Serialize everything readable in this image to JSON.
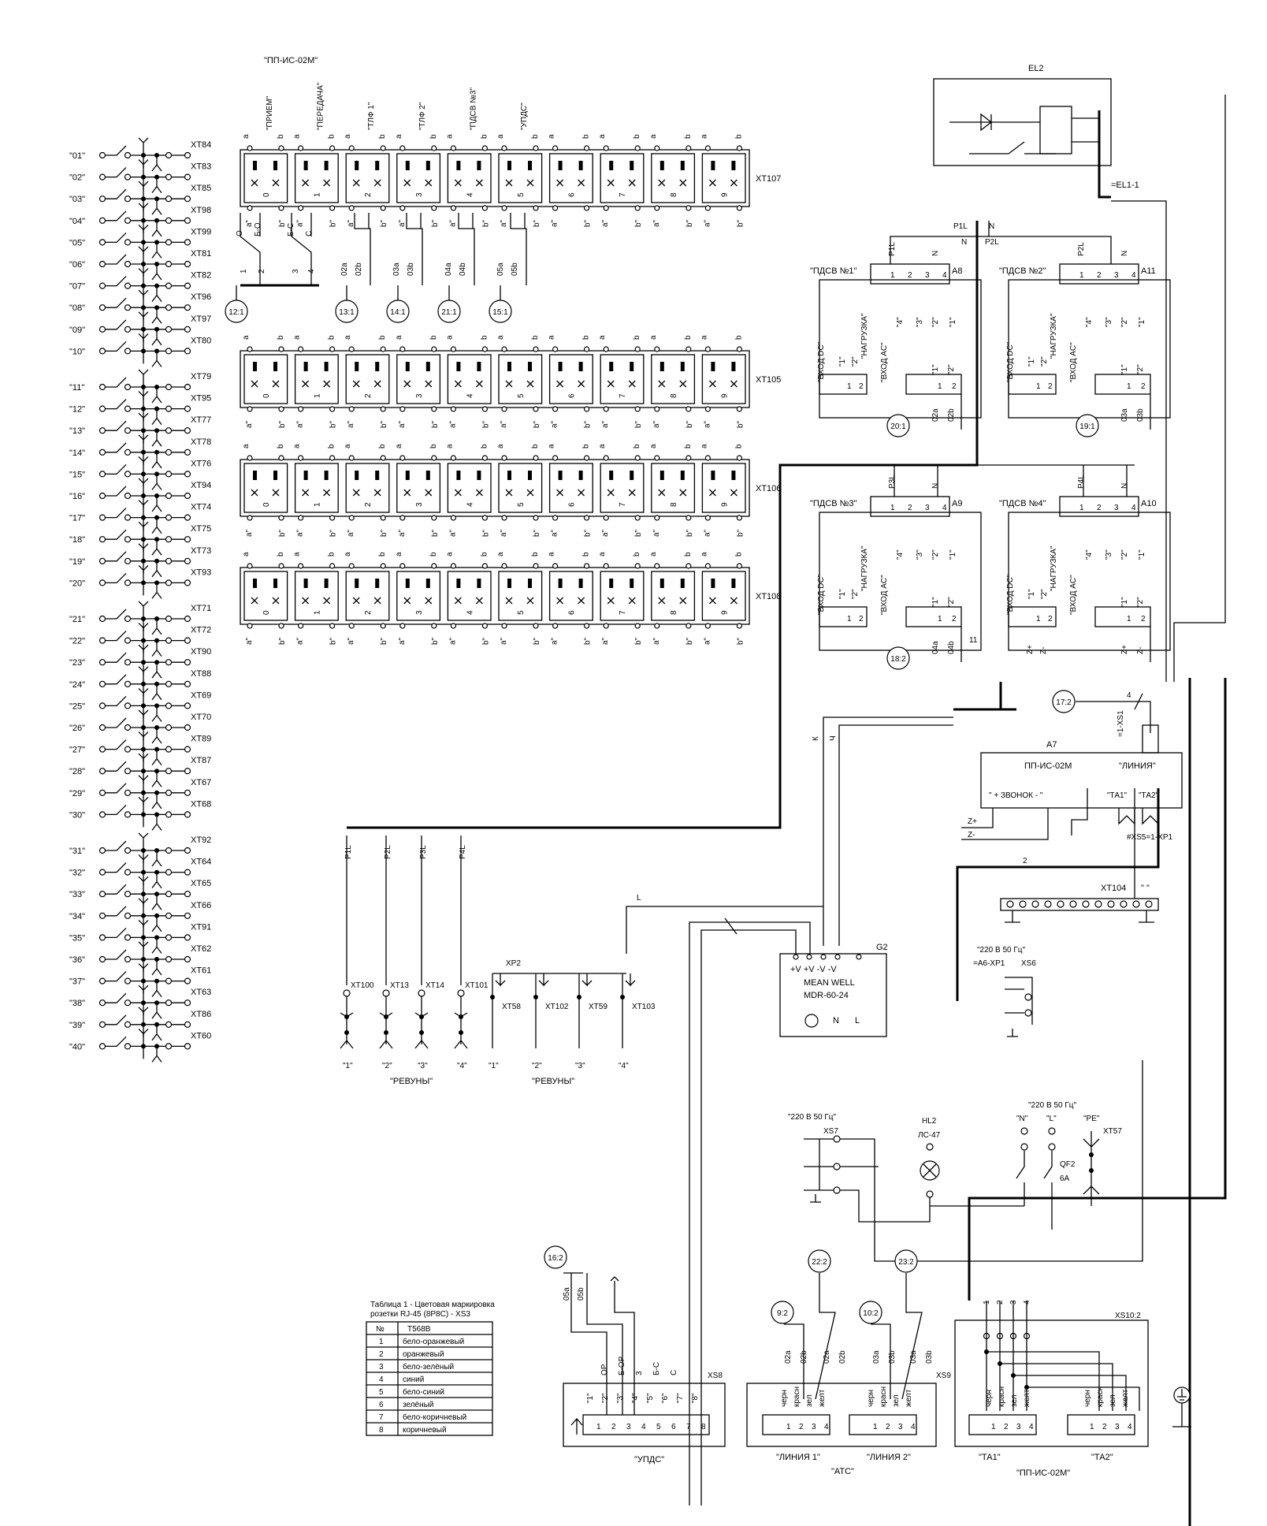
{
  "title": "\"ПП-ИС-02М\"",
  "left_list": [
    {
      "label": "\"01\"",
      "xt": "XT84"
    },
    {
      "label": "\"02\"",
      "xt": "XT83"
    },
    {
      "label": "\"03\"",
      "xt": "XT85"
    },
    {
      "label": "\"04\"",
      "xt": "XT98"
    },
    {
      "label": "\"05\"",
      "xt": "XT99"
    },
    {
      "label": "\"06\"",
      "xt": "XT81"
    },
    {
      "label": "\"07\"",
      "xt": "XT82"
    },
    {
      "label": "\"08\"",
      "xt": "XT96"
    },
    {
      "label": "\"09\"",
      "xt": "XT97"
    },
    {
      "label": "\"10\"",
      "xt": "XT80"
    },
    {
      "label": "\"11\"",
      "xt": "XT79"
    },
    {
      "label": "\"12\"",
      "xt": "XT95"
    },
    {
      "label": "\"13\"",
      "xt": "XT77"
    },
    {
      "label": "\"14\"",
      "xt": "XT78"
    },
    {
      "label": "\"15\"",
      "xt": "XT76"
    },
    {
      "label": "\"16\"",
      "xt": "XT94"
    },
    {
      "label": "\"17\"",
      "xt": "XT74"
    },
    {
      "label": "\"18\"",
      "xt": "XT75"
    },
    {
      "label": "\"19\"",
      "xt": "XT73"
    },
    {
      "label": "\"20\"",
      "xt": "XT93"
    },
    {
      "label": "\"21\"",
      "xt": "XT71"
    },
    {
      "label": "\"22\"",
      "xt": "XT72"
    },
    {
      "label": "\"23\"",
      "xt": "XT90"
    },
    {
      "label": "\"24\"",
      "xt": "XT88"
    },
    {
      "label": "\"25\"",
      "xt": "XT69"
    },
    {
      "label": "\"26\"",
      "xt": "XT70"
    },
    {
      "label": "\"27\"",
      "xt": "XT89"
    },
    {
      "label": "\"28\"",
      "xt": "XT87"
    },
    {
      "label": "\"29\"",
      "xt": "XT67"
    },
    {
      "label": "\"30\"",
      "xt": "XT68"
    },
    {
      "label": "\"31\"",
      "xt": "XT92"
    },
    {
      "label": "\"32\"",
      "xt": "XT64"
    },
    {
      "label": "\"33\"",
      "xt": "XT65"
    },
    {
      "label": "\"34\"",
      "xt": "XT66"
    },
    {
      "label": "\"35\"",
      "xt": "XT91"
    },
    {
      "label": "\"36\"",
      "xt": "XT62"
    },
    {
      "label": "\"37\"",
      "xt": "XT61"
    },
    {
      "label": "\"38\"",
      "xt": "XT63"
    },
    {
      "label": "\"39\"",
      "xt": "XT86"
    },
    {
      "label": "\"40\"",
      "xt": "XT60"
    }
  ],
  "panel_headers": [
    "\"ПРИЕМ\"",
    "\"ПЕРЕДАЧА\"",
    "\"ТЛФ 1\"",
    "\"ТЛФ 2\"",
    "\"ПДСВ №3\"",
    "\"УПДС\""
  ],
  "panels": [
    {
      "label": "XT107"
    },
    {
      "label": "XT105"
    },
    {
      "label": "XT106"
    },
    {
      "label": "XT108"
    }
  ],
  "module_digits": [
    "0",
    "1",
    "2",
    "3",
    "4",
    "5",
    "6",
    "7",
    "8",
    "9"
  ],
  "ab": {
    "a": "a",
    "b": "b",
    "a2": "a\"",
    "b2": "b\""
  },
  "xt107_wires": [
    "Б-О",
    "О",
    "С",
    "Б-С",
    "1",
    "2",
    "3",
    "4",
    "02a",
    "02b",
    "03a",
    "03b",
    "04a",
    "04b",
    "05a",
    "05b"
  ],
  "refs_top": [
    "12:1",
    "13:1",
    "14:1",
    "21:1",
    "15:1"
  ],
  "el2": "EL2",
  "el1": "=EL1-1",
  "pdsv": [
    {
      "name": "\"ПДСВ №1\"",
      "id": "A8",
      "ref": "20:1",
      "w1": "02a",
      "w2": "02b",
      "phase": "P1L",
      "n": "N"
    },
    {
      "name": "\"ПДСВ №2\"",
      "id": "A11",
      "ref": "19:1",
      "w1": "03a",
      "w2": "03b",
      "phase": "P2L",
      "n": "N"
    },
    {
      "name": "\"ПДСВ №3\"",
      "id": "A9",
      "ref": "18:2",
      "w1": "04a",
      "w2": "04b",
      "phase": "P3L",
      "n": "N"
    },
    {
      "name": "\"ПДСВ №4\"",
      "id": "A10",
      "ref": "",
      "w1": "Z+",
      "w2": "Z-",
      "phase": "P4L",
      "n": "N"
    }
  ],
  "pdsv_text": {
    "load": "\"НАГРУЗКА\"",
    "dc": "\"ВХОД DC\"",
    "ac": "\"ВХОД AC\"",
    "q1": "\"1\"",
    "q2": "\"2\"",
    "q3": "\"3\"",
    "q4": "\"4\"",
    "n1": "1",
    "n2": "2",
    "n3": "3",
    "n4": "4"
  },
  "a7": {
    "id": "A7",
    "name": "ПП-ИС-02М",
    "line": "\"ЛИНИЯ\"",
    "bell": "\" + ЗВОНОК - \"",
    "ta1": "\"ТА1\"",
    "ta2": "\"ТА2\"",
    "xs5": "#XS5=1-XP1",
    "xs1": "=1-XS1",
    "ref": "17:2",
    "n4": "4"
  },
  "misc": {
    "n11": "11",
    "k": "К",
    "ch": "Ч",
    "two": "2",
    "L": "L",
    "zp": "Z+",
    "zm": "Z-"
  },
  "xt104": {
    "label": "XT104",
    "gnd": "\"  \""
  },
  "g2": {
    "id": "G2",
    "line1": "+V +V -V -V",
    "line2": "MEAN WELL",
    "line3": "MDR-60-24",
    "n": "N",
    "l": "L"
  },
  "xs6": {
    "label": "\"220 В 50 Гц\"",
    "sub": "=A6-XP1",
    "id": "XS6"
  },
  "bottom_left": {
    "phases": [
      "P1L",
      "P2L",
      "P3L",
      "P4L"
    ],
    "xts": [
      "XT100",
      "XT13",
      "XT14",
      "XT101"
    ],
    "nums": [
      "\"1\"",
      "\"2\"",
      "\"3\"",
      "\"4\""
    ],
    "xt2": [
      "XT58",
      "XT102",
      "XT59",
      "XT103"
    ],
    "xp2": "XP2",
    "revuny": "\"РЕВУНЫ\""
  },
  "power": {
    "xs7label": "\"220 В 50 Гц\"",
    "xs7": "XS7",
    "hl2": "HL2",
    "lc": "ЛС-47",
    "qf2label": "\"220 В 50 Гц\"",
    "N": "\"N\"",
    "Lq": "\"L\"",
    "PE": "\"PE\"",
    "qf2": "QF2",
    "qf2a": "6A",
    "xt57": "XT57"
  },
  "table": {
    "caption1": "Таблица 1 - Цветовая маркировка",
    "caption2": "розетки RJ-45 (8P8C) - XS3",
    "head": [
      "№",
      "T568B"
    ],
    "rows": [
      [
        "1",
        "бело-оранжевый"
      ],
      [
        "2",
        "оранжевый"
      ],
      [
        "3",
        "бело-зелёный"
      ],
      [
        "4",
        "синий"
      ],
      [
        "5",
        "бело-синий"
      ],
      [
        "6",
        "зелёный"
      ],
      [
        "7",
        "бело-коричневый"
      ],
      [
        "8",
        "коричневый"
      ]
    ]
  },
  "xs8": {
    "id": "XS8",
    "label": "\"УПДС\"",
    "ref": "16:2",
    "w": [
      "05a",
      "05b"
    ],
    "wires": [
      "ОР",
      "Б-ОР",
      "3",
      "Б-С",
      "С"
    ],
    "pins": [
      "\"1\"",
      "\"2\"",
      "\"3\"",
      "\"4\"",
      "\"5\"",
      "\"6\"",
      "\"7\"",
      "\"8\""
    ],
    "nums": [
      "1",
      "2",
      "3",
      "4",
      "5",
      "6",
      "7",
      "8"
    ]
  },
  "xs9": {
    "id": "XS9",
    "l1": "\"ЛИНИЯ 1\"",
    "l2": "\"ЛИНИЯ 2\"",
    "atc": "\"АТС\"",
    "refs": [
      "9:2",
      "22:2",
      "10:2",
      "23:2"
    ],
    "w": [
      "02a",
      "02b",
      "02a",
      "02b",
      "03a",
      "03b",
      "03a",
      "03b"
    ],
    "colors": [
      "черн",
      "красн",
      "зел",
      "желт"
    ]
  },
  "xs10": {
    "id": "XS10:2",
    "ta1": "\"ТА1\"",
    "ta2": "\"ТА2\"",
    "name": "\"ПП-ИС-02М\"",
    "nums": [
      "1",
      "2",
      "3",
      "4"
    ],
    "colors": [
      "черн",
      "красн",
      "зел",
      "желт"
    ]
  }
}
